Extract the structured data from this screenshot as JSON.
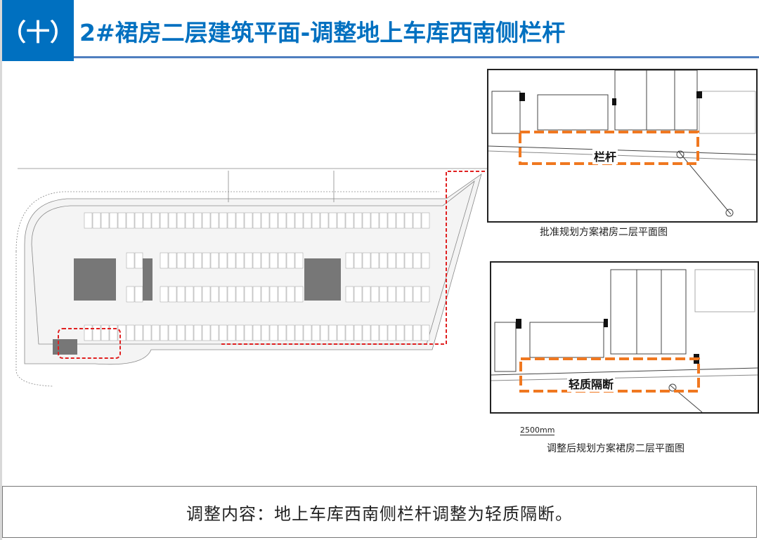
{
  "header": {
    "section_number": "（十）",
    "title": "2#裙房二层建筑平面-调整地上车库西南侧栏杆"
  },
  "inset_top": {
    "label": "栏杆",
    "caption": "批准规划方案裙房二层平面图"
  },
  "inset_bottom": {
    "label": "轻质隔断",
    "note": "2500mm",
    "caption": "调整后规划方案裙房二层平面图"
  },
  "summary": {
    "text": "调整内容：地上车库西南侧栏杆调整为轻质隔断。"
  },
  "colors": {
    "brand_blue": "#0070c0",
    "highlight_red": "#e02020",
    "highlight_orange": "#f07820"
  }
}
